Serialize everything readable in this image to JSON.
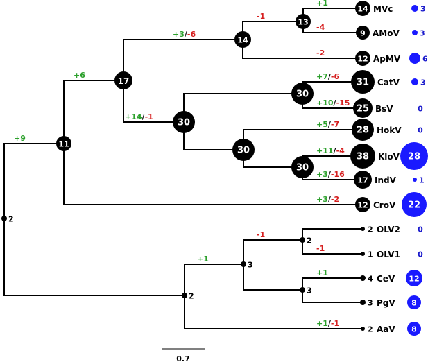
{
  "tips": [
    {
      "id": "MVc",
      "count": "14",
      "blue": "3"
    },
    {
      "id": "AMoV",
      "count": "9",
      "blue": "3"
    },
    {
      "id": "ApMV",
      "count": "12",
      "blue": "6"
    },
    {
      "id": "CatV",
      "count": "31",
      "blue": "3"
    },
    {
      "id": "BsV",
      "count": "25",
      "blue": "0"
    },
    {
      "id": "HokV",
      "count": "28",
      "blue": "0"
    },
    {
      "id": "KloV",
      "count": "38",
      "blue": "28"
    },
    {
      "id": "IndV",
      "count": "17",
      "blue": "1"
    },
    {
      "id": "CroV",
      "count": "12",
      "blue": "22"
    },
    {
      "id": "OLV2",
      "count": "2",
      "blue": "0"
    },
    {
      "id": "OLV1",
      "count": "1",
      "blue": "0"
    },
    {
      "id": "CeV",
      "count": "4",
      "blue": "12"
    },
    {
      "id": "PgV",
      "count": "3",
      "blue": "8"
    },
    {
      "id": "AaV",
      "count": "2",
      "blue": "8"
    }
  ],
  "internal_nodes": [
    {
      "id": "root",
      "count": "2"
    },
    {
      "id": "n11",
      "count": "11"
    },
    {
      "id": "n17",
      "count": "17"
    },
    {
      "id": "n14",
      "count": "14"
    },
    {
      "id": "n13",
      "count": "13"
    },
    {
      "id": "n30a",
      "count": "30"
    },
    {
      "id": "n30b",
      "count": "30"
    },
    {
      "id": "n30c",
      "count": "30"
    },
    {
      "id": "n30d",
      "count": "30"
    },
    {
      "id": "n2a",
      "count": "2"
    },
    {
      "id": "n3a",
      "count": "3"
    },
    {
      "id": "n2b",
      "count": "2"
    },
    {
      "id": "n3b",
      "count": "3"
    }
  ],
  "branch_labels": [
    {
      "id": "to-n11",
      "gain": "+9",
      "loss": ""
    },
    {
      "id": "to-n17",
      "gain": "+6",
      "loss": ""
    },
    {
      "id": "to-n14",
      "gain": "+3",
      "loss": "-6"
    },
    {
      "id": "to-n13",
      "gain": "",
      "loss": "-1"
    },
    {
      "id": "to-MVc",
      "gain": "+1",
      "loss": ""
    },
    {
      "id": "to-AMoV",
      "gain": "",
      "loss": "-4"
    },
    {
      "id": "to-ApMV",
      "gain": "",
      "loss": "-2"
    },
    {
      "id": "to-n30a",
      "gain": "+14",
      "loss": "-1"
    },
    {
      "id": "to-CatV",
      "gain": "+7",
      "loss": "-6"
    },
    {
      "id": "to-BsV",
      "gain": "+10",
      "loss": "-15"
    },
    {
      "id": "to-HokV",
      "gain": "+5",
      "loss": "-7"
    },
    {
      "id": "to-KloV",
      "gain": "+11",
      "loss": "-4"
    },
    {
      "id": "to-IndV",
      "gain": "+3",
      "loss": "-16"
    },
    {
      "id": "to-CroV",
      "gain": "+3",
      "loss": "-2"
    },
    {
      "id": "to-n3a",
      "gain": "+1",
      "loss": ""
    },
    {
      "id": "to-n2b",
      "gain": "",
      "loss": "-1"
    },
    {
      "id": "to-OLV1",
      "gain": "",
      "loss": "-1"
    },
    {
      "id": "to-CeV",
      "gain": "+1",
      "loss": ""
    },
    {
      "id": "to-AaV",
      "gain": "+1",
      "loss": "-1"
    }
  ],
  "scale_bar": {
    "label": "0.7"
  },
  "colors": {
    "gain": "#2ca02c",
    "loss": "#d62020",
    "blue": "#1a1aff"
  }
}
